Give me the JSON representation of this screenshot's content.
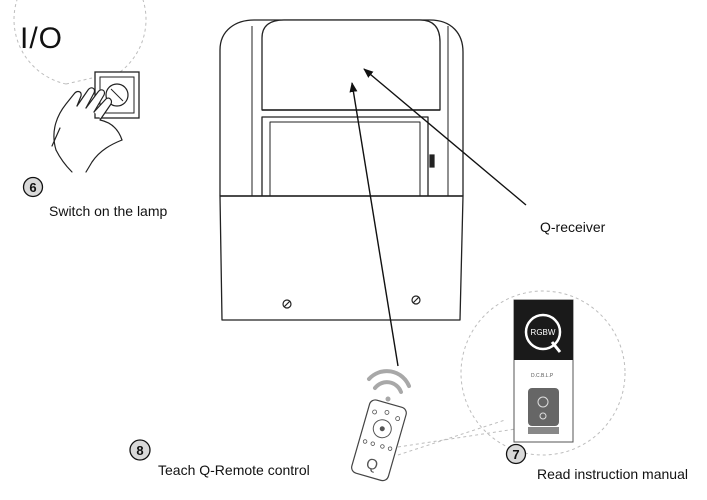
{
  "diagram": {
    "io_label": "I/O",
    "steps": [
      {
        "number": "6",
        "label": "Switch on the lamp"
      },
      {
        "number": "7",
        "label": "Read instruction manual"
      },
      {
        "number": "8",
        "label": "Teach Q-Remote control"
      }
    ],
    "callout": "Q-receiver",
    "manual": {
      "logo_text": "RGBW",
      "code_text": "D.C.B.L.P"
    },
    "colors": {
      "line": "#111111",
      "dashed": "#bbbbbb",
      "badge_fill": "#d9d9d9",
      "manual_header": "#1a1a1a",
      "manual_image": "#666666"
    }
  }
}
